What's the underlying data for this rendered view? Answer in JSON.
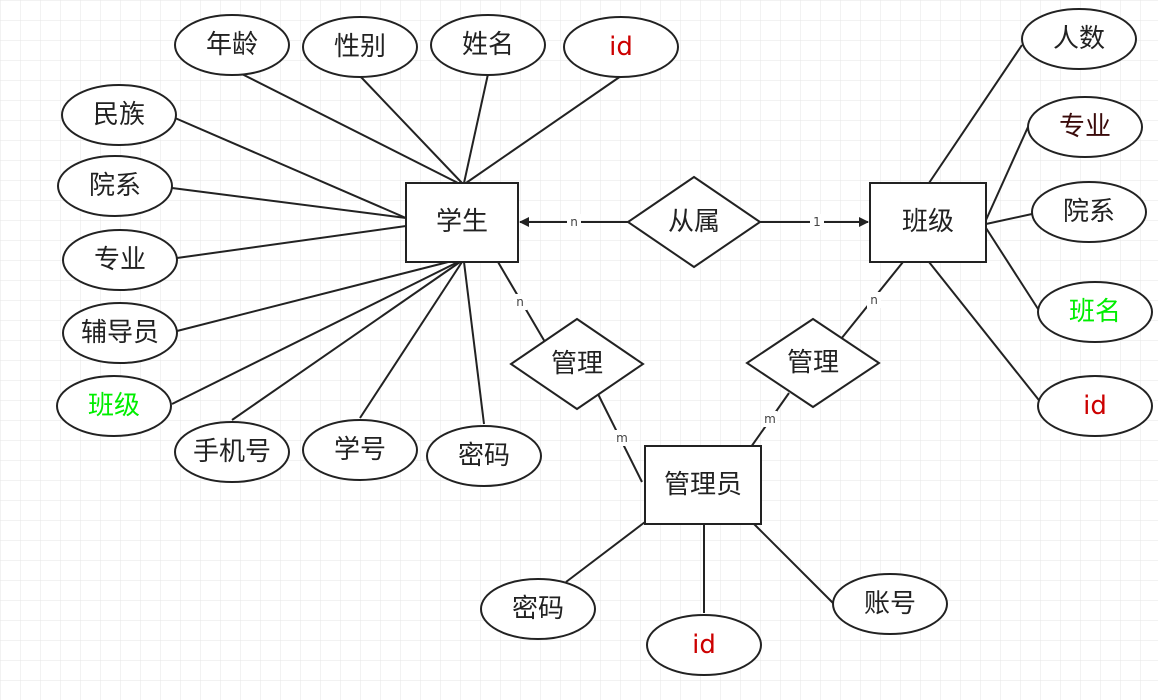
{
  "colors": {
    "red": "#cc0000",
    "green": "#00ee00",
    "dark_red": "#3a0a0a",
    "grid": "#e6e6e6",
    "line": "#222222"
  },
  "entities": {
    "student": "学生",
    "class": "班级",
    "admin": "管理员"
  },
  "relationships": {
    "belongs_to": "从属",
    "manage_left": "管理",
    "manage_right": "管理"
  },
  "student_attributes": {
    "age": "年龄",
    "gender": "性别",
    "name": "姓名",
    "id": "id",
    "ethnicity": "民族",
    "department": "院系",
    "major": "专业",
    "counselor": "辅导员",
    "class": "班级",
    "phone": "手机号",
    "student_no": "学号",
    "password": "密码"
  },
  "class_attributes": {
    "count": "人数",
    "major": "专业",
    "department": "院系",
    "class_name": "班名",
    "id": "id"
  },
  "admin_attributes": {
    "password": "密码",
    "id": "id",
    "account": "账号"
  },
  "cardinalities": {
    "student_belongs": "n",
    "class_belongs": "1",
    "student_manage": "n",
    "admin_manage_left": "m",
    "class_manage": "n",
    "admin_manage_right": "m"
  }
}
